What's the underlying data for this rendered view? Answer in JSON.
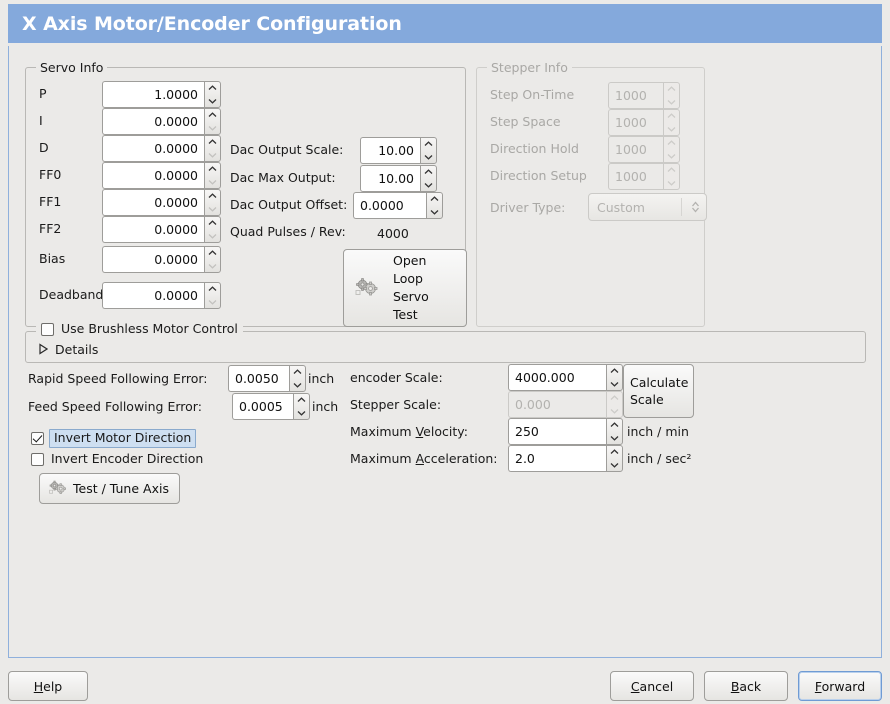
{
  "window": {
    "title": "X Axis Motor/Encoder Configuration",
    "title_bg": "#84a9dc",
    "background": "#ebeae8",
    "border_color": "#8fb0dc"
  },
  "servo_info": {
    "frame_title": "Servo Info",
    "rows": [
      {
        "label": "P",
        "value": "1.0000"
      },
      {
        "label": "I",
        "value": "0.0000"
      },
      {
        "label": "D",
        "value": "0.0000"
      },
      {
        "label": "FF0",
        "value": "0.0000"
      },
      {
        "label": "FF1",
        "value": "0.0000"
      },
      {
        "label": "FF2",
        "value": "0.0000"
      },
      {
        "label": "Bias",
        "value": "0.0000"
      },
      {
        "label": "Deadband",
        "value": "0.0000"
      }
    ],
    "dac_output_scale": {
      "label": "Dac Output Scale:",
      "value": "10.00"
    },
    "dac_max_output": {
      "label": "Dac Max Output:",
      "value": "10.00"
    },
    "dac_output_offset": {
      "label": "Dac Output Offset:",
      "value": "0.0000"
    },
    "quad_pulses": {
      "label": "Quad Pulses / Rev:",
      "value": "4000"
    },
    "open_loop_button": {
      "label": "Open\nLoop\nServo\nTest",
      "icon": "gears-icon"
    }
  },
  "stepper_info": {
    "frame_title": "Stepper Info",
    "enabled": false,
    "rows": [
      {
        "label": "Step On-Time",
        "value": "1000"
      },
      {
        "label": "Step Space",
        "value": "1000"
      },
      {
        "label": "Direction Hold",
        "value": "1000"
      },
      {
        "label": "Direction Setup",
        "value": "1000"
      }
    ],
    "driver_type": {
      "label": "Driver Type:",
      "value": "Custom"
    }
  },
  "brushless": {
    "checkbox_label": "Use Brushless Motor Control",
    "checked": false,
    "details_label": "Details",
    "details_expanded": false
  },
  "errors": {
    "rapid": {
      "label": "Rapid Speed Following Error:",
      "value": "0.0050",
      "unit": "inch"
    },
    "feed": {
      "label": "Feed Speed Following Error:",
      "value": "0.0005",
      "unit": "inch"
    }
  },
  "inverts": {
    "motor": {
      "label": "Invert Motor Direction",
      "checked": true,
      "focused": true
    },
    "encoder": {
      "label": "Invert Encoder Direction",
      "checked": false,
      "focused": false
    }
  },
  "test_tune_button": {
    "label": "Test / Tune Axis",
    "icon": "gears-icon"
  },
  "scales": {
    "encoder_scale": {
      "label": "encoder Scale:",
      "value": "4000.000",
      "enabled": true
    },
    "stepper_scale": {
      "label": "Stepper Scale:",
      "value": "0.000",
      "enabled": false
    },
    "calculate_button": {
      "label": "Calculate\nScale"
    },
    "max_velocity": {
      "label": "Maximum Velocity:",
      "mnemonic": "V",
      "value": "250",
      "unit": "inch / min"
    },
    "max_acceleration": {
      "label": "Maximum Acceleration:",
      "mnemonic": "A",
      "value": "2.0",
      "unit": "inch / sec²"
    }
  },
  "actions": {
    "help": {
      "label": "Help",
      "mnemonic": "H",
      "focused": false
    },
    "cancel": {
      "label": "Cancel",
      "mnemonic": "C",
      "focused": false
    },
    "back": {
      "label": "Back",
      "mnemonic": "B",
      "focused": false
    },
    "forward": {
      "label": "Forward",
      "mnemonic": "F",
      "focused": true
    }
  }
}
